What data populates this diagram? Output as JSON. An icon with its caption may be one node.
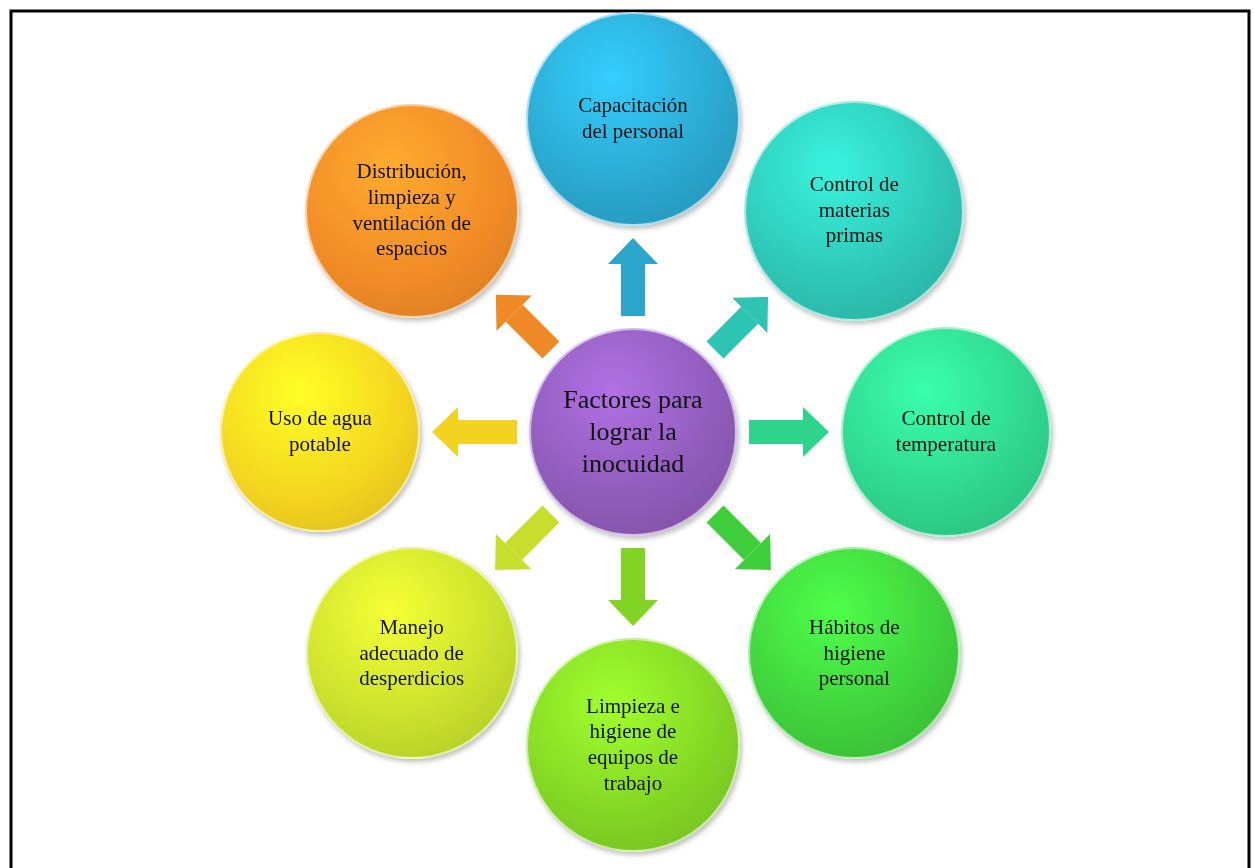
{
  "diagram": {
    "nodes": [
      {
        "text": [
          "Factores para lograr la inocuidad"
        ]
      },
      {
        "text": [
          "Capacitación del personal"
        ]
      },
      {
        "text": [
          "Control de materias primas"
        ]
      },
      {
        "text": [
          "Control de temperatura"
        ]
      },
      {
        "text": [
          "Hábitos de higiene personal"
        ]
      },
      {
        "text": [
          "Limpieza e higiene de equipos de trabajo"
        ]
      },
      {
        "text": [
          "Manejo adecuado de desperdicios"
        ]
      },
      {
        "text": [
          "Uso de agua potable"
        ]
      },
      {
        "text": [
          "Distribución, limpieza y ventilación de espacios"
        ]
      }
    ],
    "edges": [
      {
        "from": 0,
        "to": 1,
        "arrow": "to",
        "color": "#2aa6cd"
      },
      {
        "from": 0,
        "to": 2,
        "arrow": "to",
        "color": "#2ec4b4"
      },
      {
        "from": 0,
        "to": 3,
        "arrow": "to",
        "color": "#2fd48c"
      },
      {
        "from": 0,
        "to": 4,
        "arrow": "to",
        "color": "#3fcf3c"
      },
      {
        "from": 0,
        "to": 5,
        "arrow": "to",
        "color": "#82d424"
      },
      {
        "from": 0,
        "to": 6,
        "arrow": "to",
        "color": "#c7df2c"
      },
      {
        "from": 0,
        "to": 7,
        "arrow": "to",
        "color": "#f3d31f"
      },
      {
        "from": 0,
        "to": 8,
        "arrow": "to",
        "color": "#f08a26"
      }
    ]
  }
}
